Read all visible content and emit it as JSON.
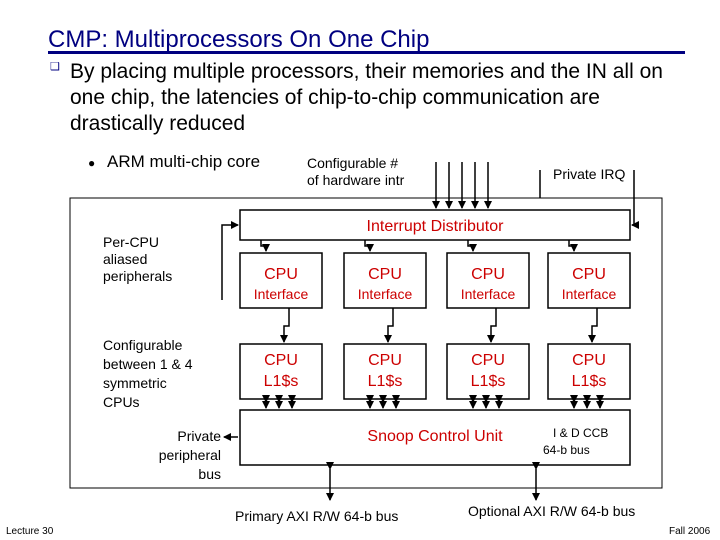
{
  "slide": {
    "title": "CMP:  Multiprocessors On One Chip",
    "bullet_text": "By placing multiple processors, their memories and the IN all on one chip, the latencies of chip-to-chip communication are drastically reduced",
    "sub_bullet": "ARM multi-chip core",
    "footer_left": "Lecture 30",
    "footer_right": "Fall 2006"
  },
  "colors": {
    "title": "#000080",
    "accent_text": "#cc0000"
  },
  "diagram": {
    "configurable_label": [
      "Configurable #",
      "of hardware intr"
    ],
    "private_irq_label": "Private IRQ",
    "interrupt_distributor": "Interrupt Distributor",
    "per_cpu_label": [
      "Per-CPU",
      "aliased",
      "peripherals"
    ],
    "configurable_cpus_label": [
      "Configurable",
      "between 1 & 4",
      "symmetric",
      "CPUs"
    ],
    "private_bus_label": [
      "Private",
      "peripheral",
      "bus"
    ],
    "cpu_interfaces": [
      {
        "title": "CPU",
        "subtitle": "Interface"
      },
      {
        "title": "CPU",
        "subtitle": "Interface"
      },
      {
        "title": "CPU",
        "subtitle": "Interface"
      },
      {
        "title": "CPU",
        "subtitle": "Interface"
      }
    ],
    "cpu_caches": [
      {
        "line1": "CPU",
        "line2": "L1$s"
      },
      {
        "line1": "CPU",
        "line2": "L1$s"
      },
      {
        "line1": "CPU",
        "line2": "L1$s"
      },
      {
        "line1": "CPU",
        "line2": "L1$s"
      }
    ],
    "snoop_control_unit": "Snoop Control Unit",
    "id_ccb_label": "I & D   CCB",
    "bus_64b_label": "64-b bus",
    "primary_bus": "Primary AXI R/W 64-b bus",
    "optional_bus": "Optional AXI R/W 64-b bus"
  }
}
